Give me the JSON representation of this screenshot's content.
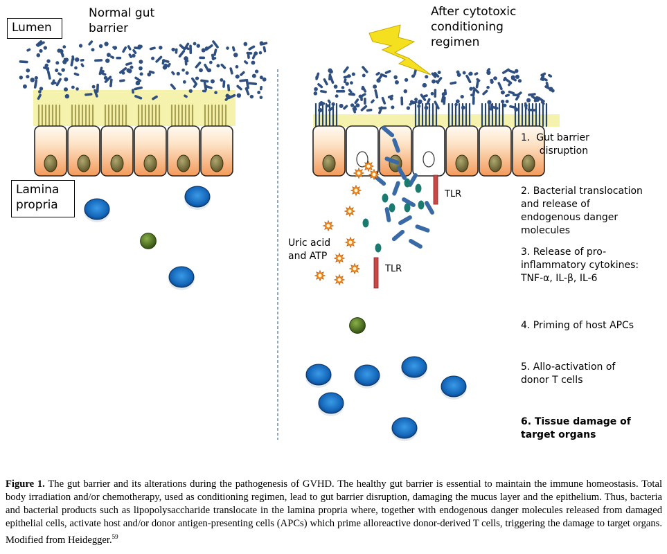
{
  "labels": {
    "lumen": "Lumen",
    "lamina_propria_line1": "Lamina",
    "lamina_propria_line2": "propria",
    "normal_title_line1": "Normal gut",
    "normal_title_line2": "barrier",
    "after_title_line1": "After cytotoxic",
    "after_title_line2": "conditioning",
    "after_title_line3": "regimen",
    "tlr_upper": "TLR",
    "tlr_lower": "TLR",
    "uric_line1": "Uric acid",
    "uric_line2": "and ATP"
  },
  "steps": [
    "1.  Gut barrier\n      disruption",
    "2. Bacterial translocation\nand release of\nendogenous danger\nmolecules",
    "3. Release of pro-\ninflammatory cytokines:\nTNF-α, IL-β, IL-6",
    "4. Priming of host APCs",
    "5. Allo-activation of\ndonor T cells",
    "6. Tissue damage of\ntarget organs"
  ],
  "caption": {
    "label": "Figure 1.",
    "text": " The gut barrier and its alterations during the pathogenesis of GVHD. The healthy gut barrier is essential to maintain the immune homeostasis. Total body irradiation and/or chemotherapy, used as conditioning regimen, lead to gut barrier disruption, damaging the mucus layer and the epithelium. Thus, bacteria and bacterial products such as lipopolysaccharide translocate in the lamina propria where, together with endogenous danger molecules released from damaged epithelial cells, activate host and/or donor antigen-presenting cells (APCs) which prime alloreactive donor-derived T cells, triggering the damage to target organs. Modified from Heidegger.",
    "ref": "59"
  },
  "colors": {
    "bacteria": "#2e4f80",
    "mucus": "#f3f0a0",
    "cell_top": "#fff8ee",
    "cell_bottom": "#f5a86a",
    "nucleus": "#7a7040",
    "apc": "#c8e6a8",
    "apc_nucleus": "#4a6a20",
    "tcell": "#1a6ec0",
    "danger": "#f08a20",
    "cytokine": "#1a7a70",
    "tlr": "#c84848",
    "lightning": "#f5e020",
    "divider": "#6a8aa0"
  }
}
